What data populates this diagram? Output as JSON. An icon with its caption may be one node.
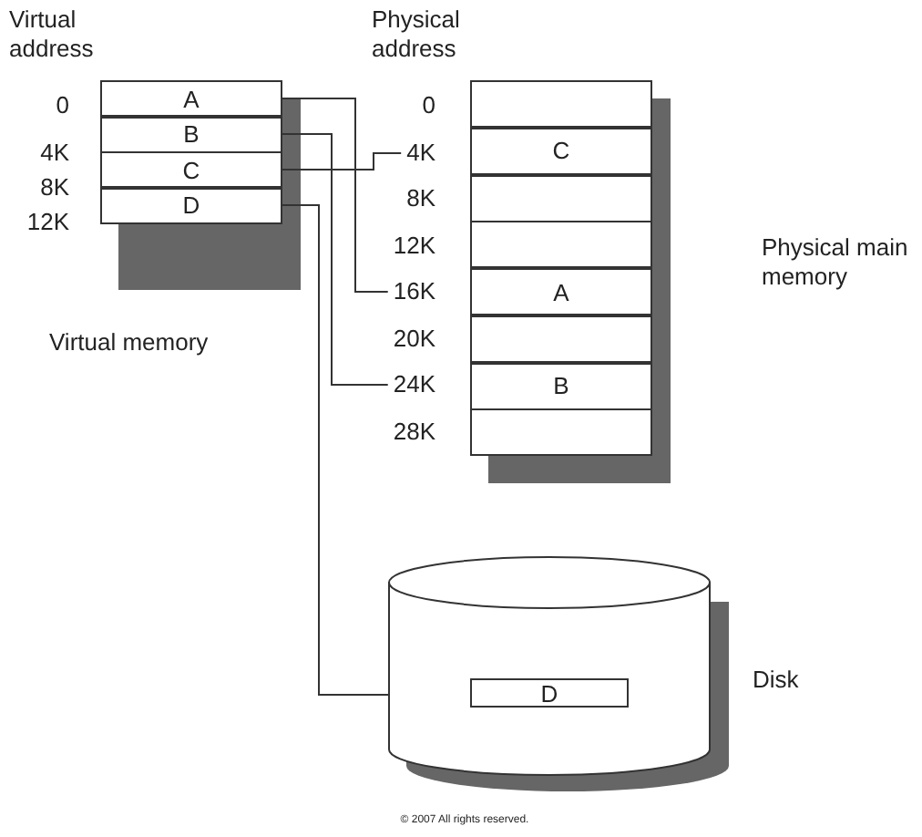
{
  "diagram": {
    "nodes": [
      {
        "text": [
          "A"
        ]
      },
      {
        "text": [
          "B"
        ]
      },
      {
        "text": [
          "C"
        ]
      },
      {
        "text": [
          "D"
        ]
      },
      {
        "text": [],
        "shape": "box"
      },
      {
        "text": [
          "C"
        ]
      },
      {
        "text": [],
        "shape": "box"
      },
      {
        "text": [],
        "shape": "box"
      },
      {
        "text": [
          "A"
        ]
      },
      {
        "text": [],
        "shape": "box"
      },
      {
        "text": [
          "B"
        ]
      },
      {
        "text": [],
        "shape": "box"
      },
      {
        "text": [
          "4K"
        ]
      },
      {
        "text": [
          "16K"
        ]
      },
      {
        "text": [
          "24K"
        ]
      },
      {
        "text": [],
        "shape": "cylinder",
        "beside": [
          "Disk"
        ]
      },
      {
        "text": [
          "D"
        ],
        "in": 15
      }
    ],
    "edges": [
      {
        "from": 0,
        "to": 13,
        "arrow": "none"
      },
      {
        "from": 1,
        "to": 14,
        "arrow": "none"
      },
      {
        "from": 2,
        "to": 12,
        "arrow": "none"
      },
      {
        "from": 3,
        "to": 15,
        "arrow": "none"
      }
    ],
    "labels": [
      "Virtual address",
      "Physical address",
      "0",
      "4K",
      "8K",
      "12K",
      "0",
      "8K",
      "12K",
      "20K",
      "28K",
      "Virtual memory",
      "Physical main memory",
      "© 2007 All rights reserved."
    ]
  }
}
